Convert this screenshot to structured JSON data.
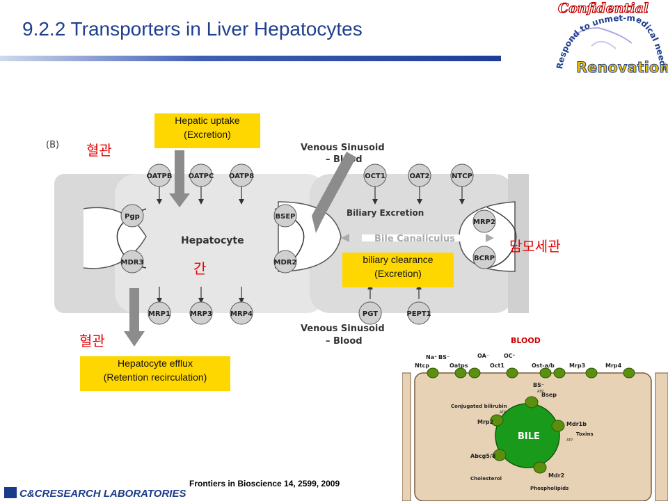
{
  "slide": {
    "title": "9.2.2 Transporters in Liver Hepatocytes",
    "footer_reference": "Frontiers in Bioscience 14, 2599, 2009",
    "footer_logo": "C&CRESEARCH LABORATORIES"
  },
  "stamp": {
    "top": "Confidential",
    "arc": "Respond to unmet-medical needs",
    "bottom": "Renovation"
  },
  "left_diagram": {
    "panel_label": "(B)",
    "top_sinusoid": "Venous Sinusoid",
    "top_sinusoid_sub": "– Blood",
    "bottom_sinusoid": "Venous Sinusoid",
    "bottom_sinusoid_sub": "– Blood",
    "hepatocyte": "Hepatocyte",
    "biliary_excretion": "Biliary Excretion",
    "bile_canaliculus": "Bile Canaliculus",
    "transporters": {
      "oatpb": "OATPB",
      "oatpc": "OATPC",
      "oatp8": "OATP8",
      "oct1": "OCT1",
      "oat2": "OAT2",
      "ntcp": "NTCP",
      "pgp": "Pgp",
      "mdr3": "MDR3",
      "bsep": "BSEP",
      "mdr2": "MDR2",
      "mrp2": "MRP2",
      "bcrp": "BCRP",
      "mrp1": "MRP1",
      "mrp3": "MRP3",
      "mrp4": "MRP4",
      "pgt": "PGT",
      "pept1": "PEPT1"
    }
  },
  "annotations": {
    "uptake_line1": "Hepatic uptake",
    "uptake_line2": "(Excretion)",
    "efflux_line1": "Hepatocyte efflux",
    "efflux_line2": "(Retention recirculation)",
    "clearance_line1": "biliary clearance",
    "clearance_line2": "(Excretion)",
    "korean_blood_top": "혈관",
    "korean_blood_bottom": "혈관",
    "korean_liver": "간",
    "korean_bile_duct": "담모세관"
  },
  "right_diagram": {
    "blood": "BLOOD",
    "bile": "BILE",
    "na": "Na⁺",
    "bs_top": "BS⁻",
    "oa": "OA⁻",
    "oc": "OC⁺",
    "ntcp": "Ntcp",
    "oatps": "Oatps",
    "oct1": "Oct1",
    "osta": "Ost-a/b",
    "mrp3": "Mrp3",
    "mrp4": "Mrp4",
    "bs_inner": "BS⁻",
    "bsep": "Bsep",
    "conj_bilirubin": "Conjugated bilirubin",
    "mrp2": "Mrp2",
    "mdr1b": "Mdr1b",
    "toxins": "Toxins",
    "abcg58": "Abcg5/8",
    "cholesterol": "Cholesterol",
    "mdr2": "Mdr2",
    "phospholipids": "Phospholipids",
    "atp": "ATP"
  },
  "colors": {
    "title": "#1f3f8f",
    "highlight_box": "#ffd700",
    "korean_text": "#e60000",
    "cell_grey": "#d9d9d9",
    "cell_tan": "#e8d2b6",
    "transporter_green": "#4f8a00",
    "bile_green": "#1a9a1a"
  }
}
